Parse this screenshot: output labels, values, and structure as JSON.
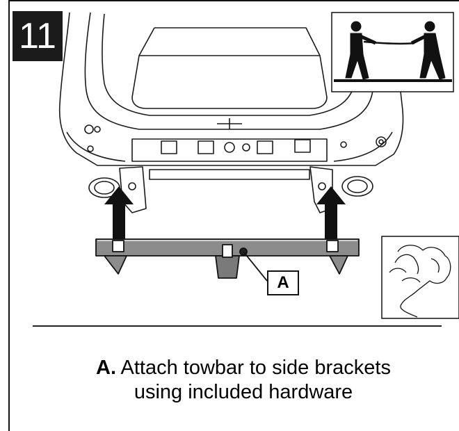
{
  "step": {
    "number": "11"
  },
  "callout": {
    "label": "A"
  },
  "instruction": {
    "letter": "A.",
    "line1": "Attach towbar to side brackets",
    "line2": "using included hardware"
  },
  "icons": {
    "two_person": "two-person-lift-icon",
    "hand": "hand-tighten-icon"
  }
}
